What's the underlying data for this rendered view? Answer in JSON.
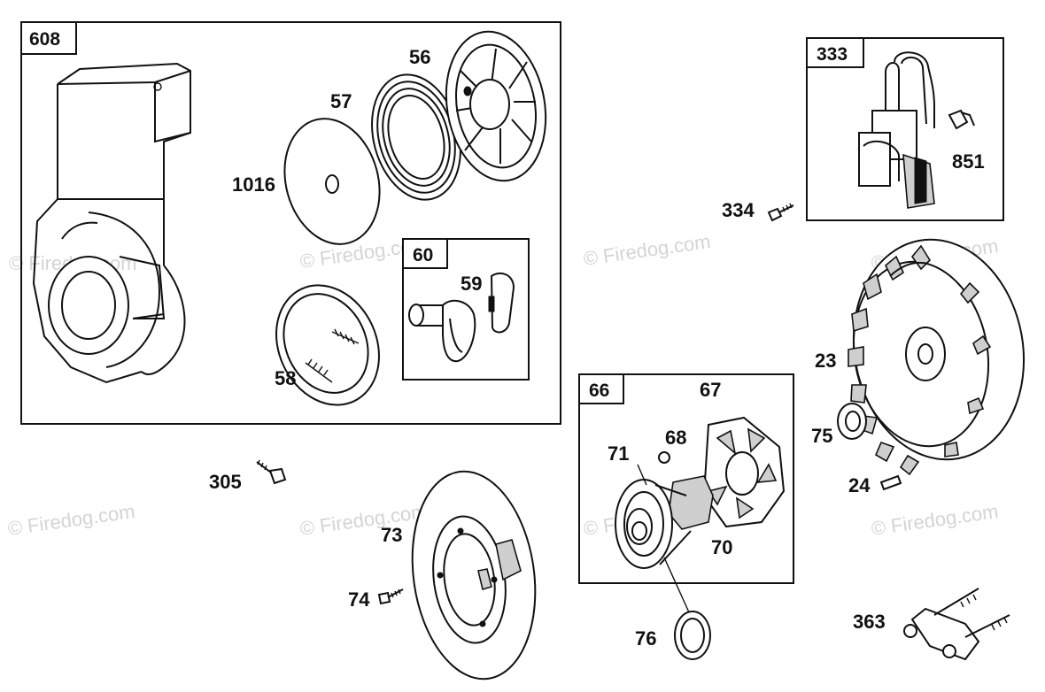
{
  "watermark": "© Firedog.com",
  "groups": [
    {
      "id": "608",
      "label": "608"
    },
    {
      "id": "60",
      "label": "60"
    },
    {
      "id": "333",
      "label": "333"
    },
    {
      "id": "66",
      "label": "66"
    }
  ],
  "callouts": {
    "p56": "56",
    "p57": "57",
    "p1016": "1016",
    "p59": "59",
    "p58": "58",
    "p851": "851",
    "p334": "334",
    "p23": "23",
    "p75": "75",
    "p24": "24",
    "p67": "67",
    "p68": "68",
    "p71": "71",
    "p70": "70",
    "p305": "305",
    "p73": "73",
    "p74": "74",
    "p76": "76",
    "p363": "363"
  }
}
